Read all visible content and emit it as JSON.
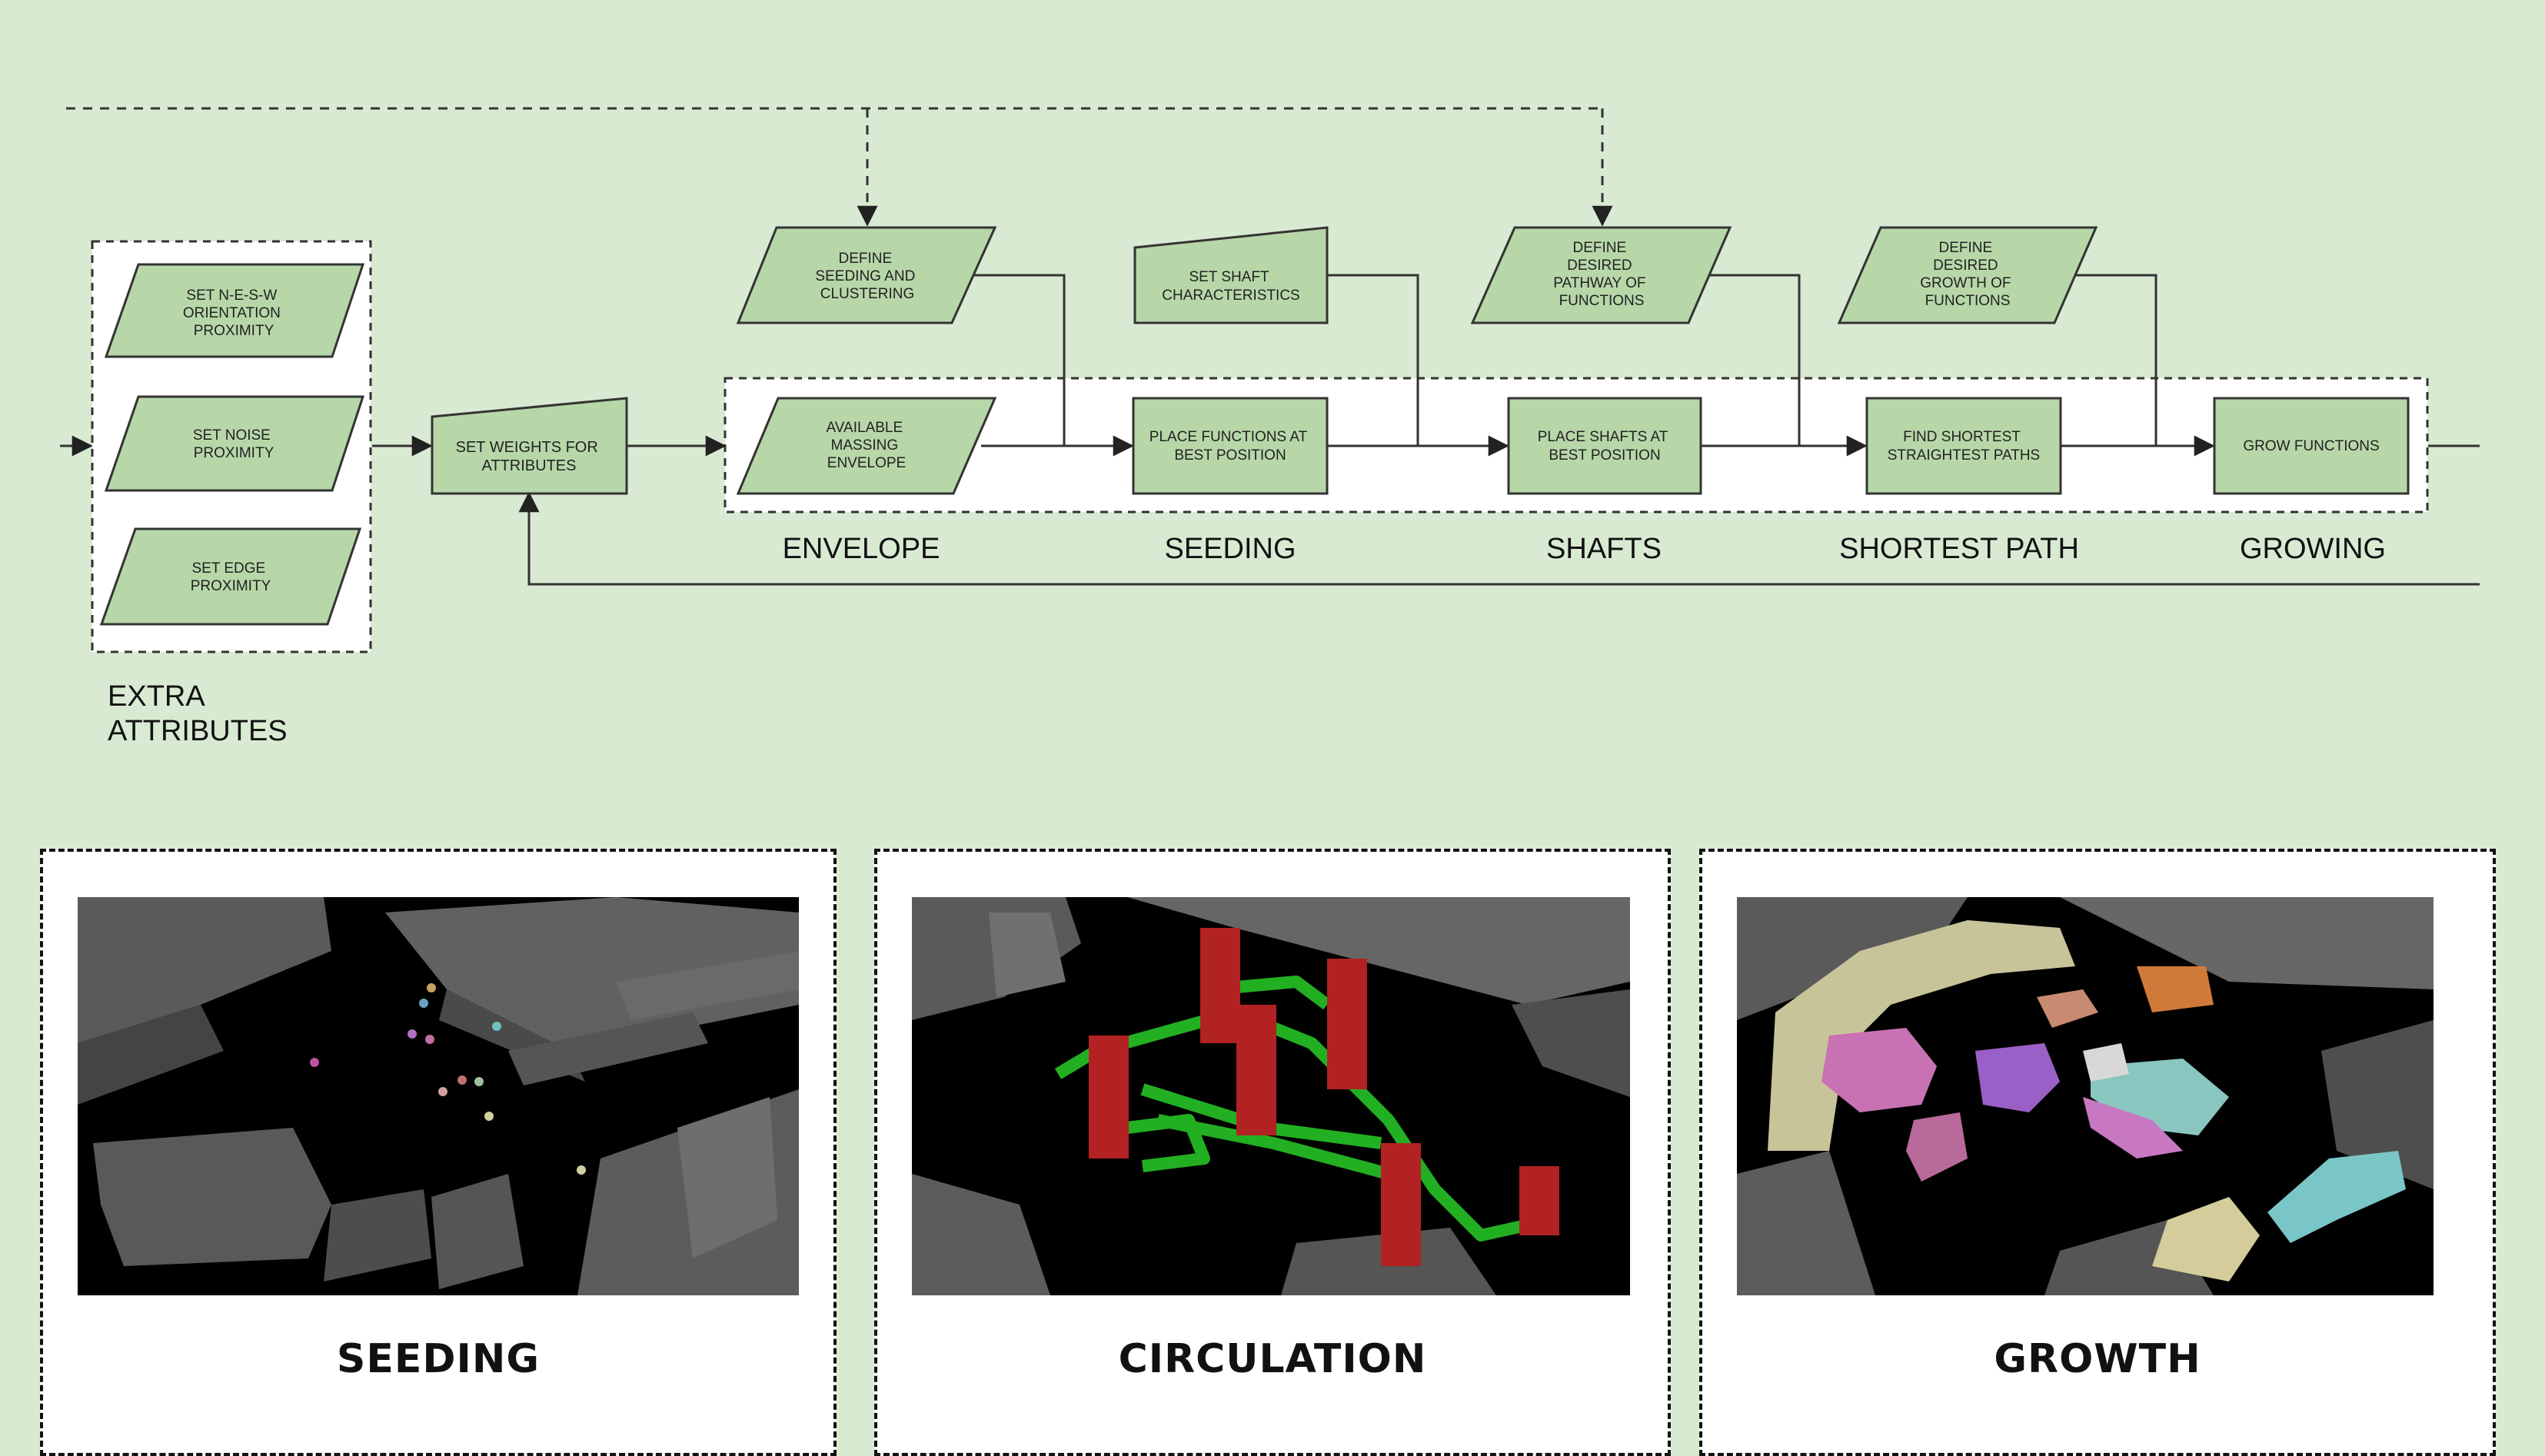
{
  "flowchart": {
    "inputs": {
      "orientation": [
        "SET N-E-S-W",
        "ORIENTATION",
        "PROXIMITY"
      ],
      "noise": [
        "SET NOISE",
        "PROXIMITY"
      ],
      "edge": [
        "SET EDGE",
        "PROXIMITY"
      ],
      "group_label": [
        "EXTRA",
        "ATTRIBUTES"
      ]
    },
    "weights": [
      "SET WEIGHTS FOR",
      "ATTRIBUTES"
    ],
    "define_seeding": [
      "DEFINE",
      "SEEDING AND",
      "CLUSTERING"
    ],
    "shaft_characteristics": [
      "SET SHAFT",
      "CHARACTERISTICS"
    ],
    "define_pathway": [
      "DEFINE",
      "DESIRED",
      "PATHWAY OF",
      "FUNCTIONS"
    ],
    "define_growth": [
      "DEFINE",
      "DESIRED",
      "GROWTH OF",
      "FUNCTIONS"
    ],
    "massing": [
      "AVAILABLE",
      "MASSING",
      "ENVELOPE"
    ],
    "place_functions": [
      "PLACE FUNCTIONS AT",
      "BEST POSITION"
    ],
    "place_shafts": [
      "PLACE SHAFTS AT",
      "BEST POSITION"
    ],
    "shortest_paths": [
      "FIND SHORTEST",
      "STRAIGHTEST PATHS"
    ],
    "grow_functions": [
      "GROW FUNCTIONS"
    ],
    "stages": [
      "ENVELOPE",
      "SEEDING",
      "SHAFTS",
      "SHORTEST PATH",
      "GROWING"
    ]
  },
  "panels": [
    {
      "label": "SEEDING"
    },
    {
      "label": "CIRCULATION"
    },
    {
      "label": "GROWTH"
    }
  ],
  "colors": {
    "background": "#d9ead3",
    "node_fill": "#b7d7a8",
    "line": "#333333",
    "shaft_red": "#b22222",
    "circulation_green": "#22b022"
  }
}
